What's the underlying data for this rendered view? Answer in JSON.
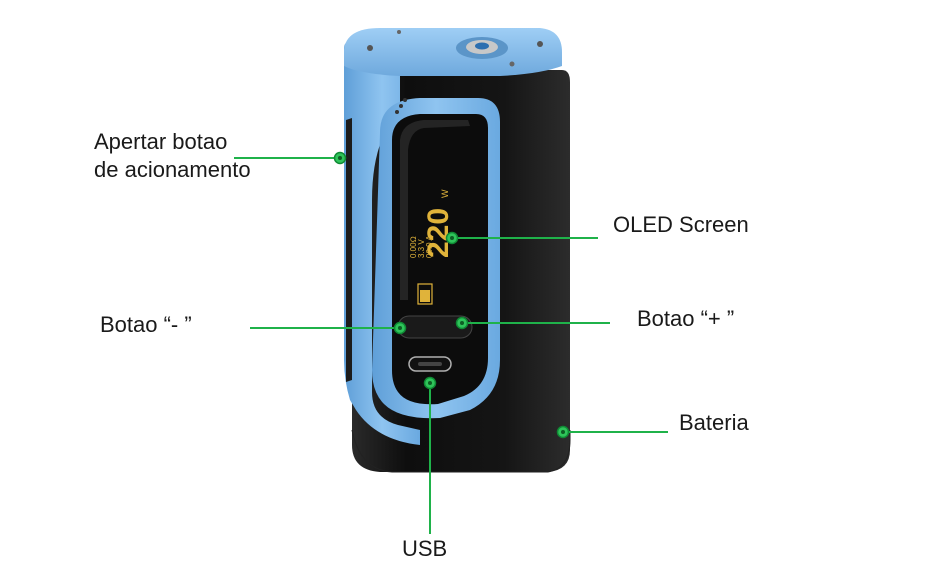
{
  "callouts": {
    "fire_button": {
      "line1": "Apertar botao",
      "line2": "de acionamento"
    },
    "oled_screen": "OLED Screen",
    "minus_button": "Botao “- ”",
    "plus_button": "Botao “+ ”",
    "battery": "Bateria",
    "usb": "USB"
  },
  "oled_display": {
    "wattage": "220",
    "wattage_unit": "W",
    "resistance": "0.00Ω",
    "voltage": "3.3 V",
    "current": "00.0 A"
  },
  "colors": {
    "callout_line": "#1fb24a",
    "device_body": "#111111",
    "device_accent": "#7fb6e8",
    "oled_text": "#e0b33a",
    "label_text": "#1a1a1a"
  }
}
